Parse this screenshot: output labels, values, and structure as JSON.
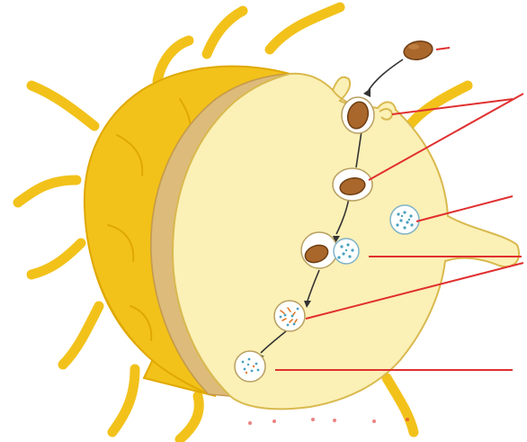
{
  "diagram": {
    "kind": "phagocytosis-schematic",
    "labels": [],
    "colors": {
      "cell_outer": "#F2C21B",
      "cell_outer_edge": "#E0A800",
      "cytoplasm": "#FBF0B6",
      "cut_face": "#DDBB7A",
      "bacterium": "#A9672C",
      "bacterium_edge": "#6E3E12",
      "vacuole": "#FFFFFF",
      "lysosome_dots": "#4AA0C0",
      "digestion_orange": "#E07A2C",
      "arrow": "#333333",
      "leader_lines": "#E03030"
    },
    "parts": [
      "cell-body",
      "pseudopods",
      "free-bacterium",
      "engulfing-pseudopod",
      "phagosome",
      "lysosome",
      "phagolysosome",
      "digestion-vacuole",
      "residual-body"
    ]
  }
}
